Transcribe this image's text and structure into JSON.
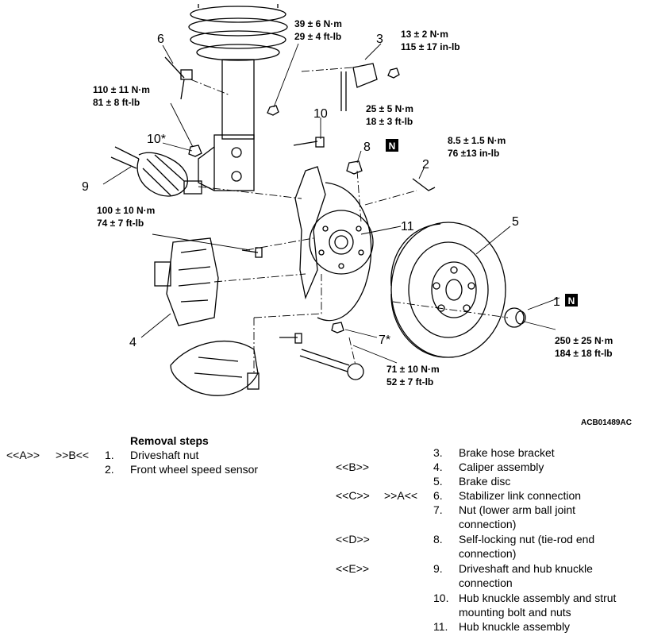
{
  "diagram": {
    "callouts": {
      "c6": "6",
      "c3": "3",
      "c10": "10",
      "c10s": "10*",
      "c9": "9",
      "c8": "8",
      "c2": "2",
      "c11": "11",
      "c5": "5",
      "c1": "1",
      "c4": "4",
      "c7s": "7*",
      "n_mark": "N"
    },
    "torques": {
      "t1a": "39 ± 6 N·m",
      "t1b": "29 ± 4 ft-lb",
      "t2a": "13 ± 2 N·m",
      "t2b": "115 ± 17 in-lb",
      "t3a": "110 ± 11 N·m",
      "t3b": "81 ± 8 ft-lb",
      "t4a": "25 ± 5 N·m",
      "t4b": "18 ± 3 ft-lb",
      "t5a": "8.5 ± 1.5 N·m",
      "t5b": "76 ±13 in-lb",
      "t6a": "100 ± 10 N·m",
      "t6b": "74 ± 7 ft-lb",
      "t7a": "250 ± 25 N·m",
      "t7b": "184 ± 18 ft-lb",
      "t8a": "71 ± 10 N·m",
      "t8b": "52 ± 7 ft-lb"
    },
    "figure_code": "ACB01489AC"
  },
  "removal": {
    "heading": "Removal steps",
    "left": [
      {
        "ref1": "<<A>>",
        "ref2": ">>B<<",
        "num": "1.",
        "text": "Driveshaft nut"
      },
      {
        "ref1": "",
        "ref2": "",
        "num": "2.",
        "text": "Front wheel speed sensor"
      }
    ],
    "right": [
      {
        "ref1": "",
        "ref2": "",
        "num": "3.",
        "line1": "Brake hose bracket",
        "line2": ""
      },
      {
        "ref1": "<<B>>",
        "ref2": "",
        "num": "4.",
        "line1": "Caliper assembly",
        "line2": ""
      },
      {
        "ref1": "",
        "ref2": "",
        "num": "5.",
        "line1": "Brake disc",
        "line2": ""
      },
      {
        "ref1": "<<C>>",
        "ref2": ">>A<<",
        "num": "6.",
        "line1": "Stabilizer link connection",
        "line2": ""
      },
      {
        "ref1": "",
        "ref2": "",
        "num": "7.",
        "line1": "Nut (lower arm ball joint",
        "line2": "connection)"
      },
      {
        "ref1": "<<D>>",
        "ref2": "",
        "num": "8.",
        "line1": "Self-locking nut (tie-rod end",
        "line2": "connection)"
      },
      {
        "ref1": "<<E>>",
        "ref2": "",
        "num": "9.",
        "line1": "Driveshaft and hub knuckle",
        "line2": "connection"
      },
      {
        "ref1": "",
        "ref2": "",
        "num": "10.",
        "line1": "Hub knuckle assembly and strut",
        "line2": "mounting bolt and nuts"
      },
      {
        "ref1": "",
        "ref2": "",
        "num": "11.",
        "line1": "Hub knuckle assembly",
        "line2": ""
      }
    ]
  }
}
